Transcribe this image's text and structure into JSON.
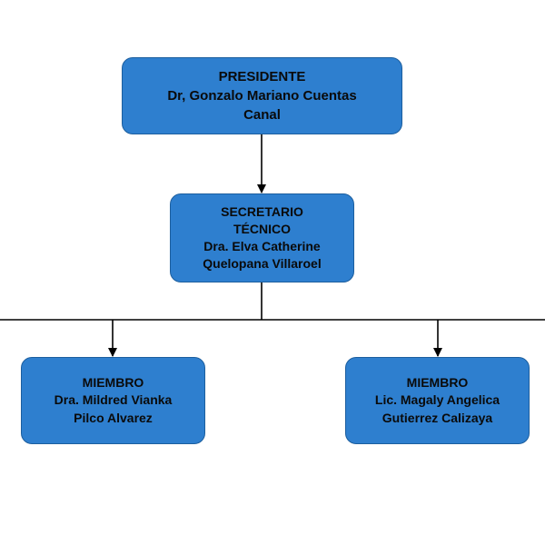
{
  "colors": {
    "node_fill": "#2e7fcf",
    "node_border": "#1c5e9e",
    "text": "#0a0a0a",
    "connector": "#000000"
  },
  "nodes": {
    "president": {
      "role": "PRESIDENTE",
      "name_line1": "Dr, Gonzalo Mariano Cuentas",
      "name_line2": "Canal"
    },
    "secretary": {
      "role_line1": "SECRETARIO",
      "role_line2": "TÉCNICO",
      "name_line1": "Dra. Elva Catherine",
      "name_line2": "Quelopana Villaroel"
    },
    "members": [
      {
        "role": "MIEMBRO",
        "name_line1": "Dra. Mildred Vianka",
        "name_line2": "Pilco Alvarez"
      },
      {
        "role": "MIEMBRO",
        "name_line1": "Lic. Magaly Angelica",
        "name_line2": "Gutierrez Calizaya"
      }
    ]
  }
}
